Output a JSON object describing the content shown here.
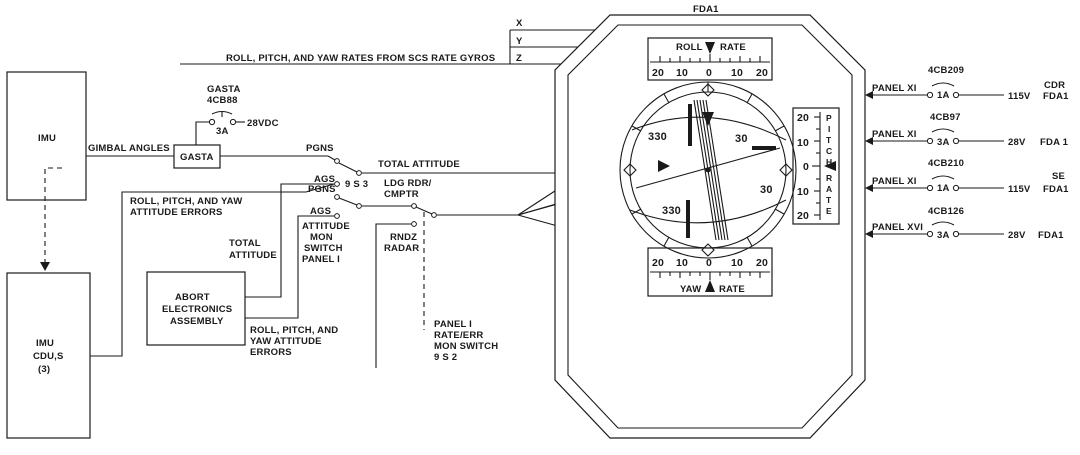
{
  "fda_title": "FDA1",
  "blocks": {
    "imu": "IMU",
    "imu_cdu": [
      "IMU",
      "CDU,S",
      "(3)"
    ],
    "gasta": "GASTA",
    "aea": [
      "ABORT",
      "ELECTRONICS",
      "ASSEMBLY"
    ]
  },
  "gasta_breaker": {
    "name": "GASTA",
    "cb": "4CB88",
    "rating": "3A",
    "supply": "28VDC"
  },
  "signals": {
    "gimbal_angles": "GIMBAL ANGLES",
    "rate_gyros": "ROLL, PITCH, AND YAW RATES FROM SCS RATE GYROS",
    "axis_x": "X",
    "axis_y": "Y",
    "axis_z": "Z",
    "attitude_errors": [
      "ROLL, PITCH, AND YAW",
      "ATTITUDE ERRORS"
    ],
    "total_attitude_top": "TOTAL ATTITUDE",
    "total_attitude_left": [
      "TOTAL",
      "ATTITUDE"
    ],
    "aea_errors": [
      "ROLL, PITCH, AND",
      "YAW ATTITUDE",
      "ERRORS"
    ]
  },
  "switches": {
    "pgns_top": "PGNS",
    "ags_top": "AGS",
    "pgns_mid": "PGNS",
    "ags_bottom": "AGS",
    "sw_id": "9 S 3",
    "attitude_mon": [
      "ATTITUDE",
      "MON",
      "SWITCH",
      "PANEL I"
    ],
    "ldg_rdr": [
      "LDG RDR/",
      "CMPTR"
    ],
    "rndz_radar": [
      "RNDZ",
      "RADAR"
    ],
    "panel_rate": [
      "PANEL I",
      "RATE/ERR",
      "MON SWITCH",
      "9 S 2"
    ]
  },
  "indicator": {
    "roll_rate_label": "ROLL",
    "roll_rate_label2": "RATE",
    "yaw_rate_label": "YAW",
    "yaw_rate_label2": "RATE",
    "rate_scale": [
      "20",
      "10",
      "0",
      "10",
      "20"
    ],
    "pitch_rate_letters": [
      "P",
      "I",
      "T",
      "C",
      "H",
      "",
      "R",
      "A",
      "T",
      "E"
    ],
    "pitch_scale": [
      "20",
      "10",
      "0",
      "10",
      "20"
    ],
    "ball_marks": [
      "330",
      "30",
      "330",
      "30"
    ]
  },
  "power": [
    {
      "panel": "PANEL XI",
      "cb": "4CB209",
      "rating": "1A",
      "volts": "115V",
      "dest": [
        "CDR",
        "FDA1"
      ]
    },
    {
      "panel": "PANEL XI",
      "cb": "4CB97",
      "rating": "3A",
      "volts": "28V",
      "dest": [
        "FDA 1"
      ]
    },
    {
      "panel": "PANEL XI",
      "cb": "4CB210",
      "rating": "1A",
      "volts": "115V",
      "dest": [
        "SE",
        "FDA1"
      ]
    },
    {
      "panel": "PANEL XVI",
      "cb": "4CB126",
      "rating": "3A",
      "volts": "28V",
      "dest": [
        "FDA1"
      ]
    }
  ]
}
